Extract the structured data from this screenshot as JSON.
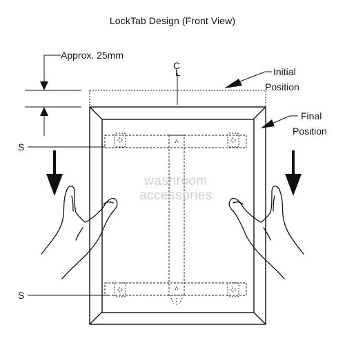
{
  "title": "LockTab Design (Front View)",
  "labels": {
    "gap": "Approx. 25mm",
    "centerline_c": "C",
    "centerline_l": "L",
    "initial_line1": "Initial",
    "initial_line2": "Position",
    "final_line1": "Final",
    "final_line2": "Position",
    "s_top": "S",
    "s_bottom": "S"
  },
  "watermark": {
    "line1": "washroom",
    "line2": "accessories"
  },
  "colors": {
    "stroke": "#111111",
    "watermark": "#cfcfcf",
    "background": "#ffffff"
  }
}
